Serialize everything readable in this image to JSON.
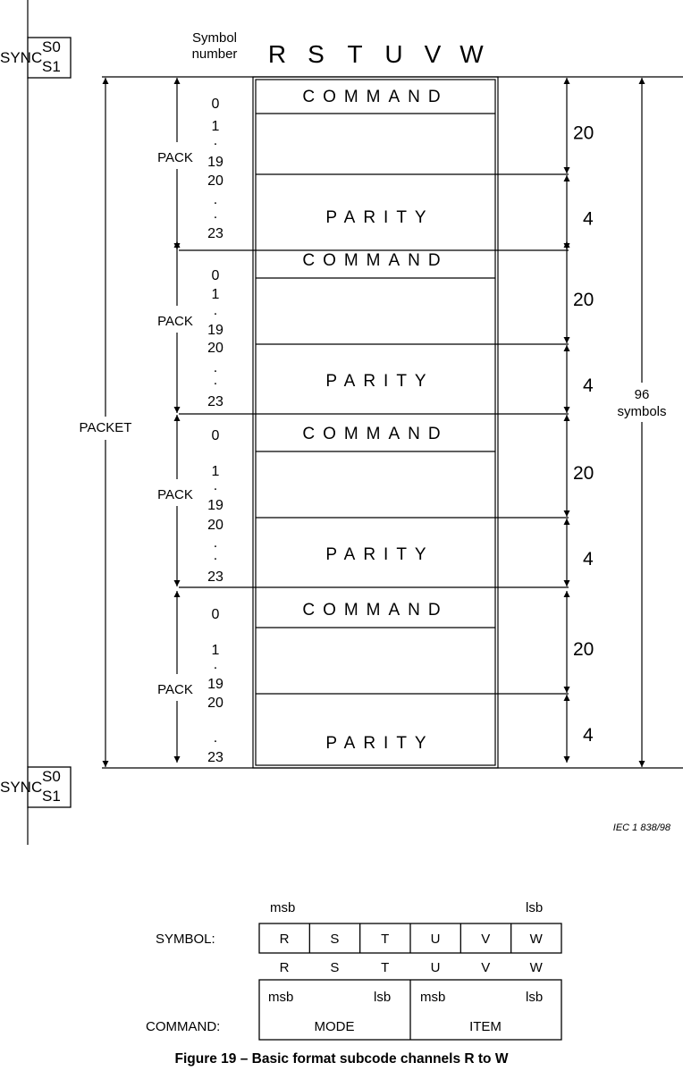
{
  "sync": {
    "label": "SYNC",
    "s0": "S0",
    "s1": "S1"
  },
  "header": {
    "symbol_number_line1": "Symbol",
    "symbol_number_line2": "number",
    "channels": [
      "R",
      "S",
      "T",
      "U",
      "V",
      "W"
    ]
  },
  "packet_label": "PACKET",
  "pack_label": "PACK",
  "packs": [
    {
      "labels": [
        "0",
        "1",
        ".",
        "19",
        "20",
        ".",
        ".",
        "23"
      ],
      "command": "COMMAND",
      "parity": "PARITY",
      "count_command": "20",
      "count_parity": "4"
    },
    {
      "labels": [
        "0",
        "1",
        ".",
        "19",
        "20",
        ".",
        ".",
        "23"
      ],
      "command": "COMMAND",
      "parity": "PARITY",
      "count_command": "20",
      "count_parity": "4"
    },
    {
      "labels": [
        "0",
        "1",
        ".",
        "19",
        "20",
        ".",
        ".",
        "23"
      ],
      "command": "COMMAND",
      "parity": "PARITY",
      "count_command": "20",
      "count_parity": "4"
    },
    {
      "labels": [
        "0",
        "1",
        ".",
        "19",
        "20",
        ".",
        "23"
      ],
      "command": "COMMAND",
      "parity": "PARITY",
      "count_command": "20",
      "count_parity": "4"
    }
  ],
  "total": {
    "line1": "96",
    "line2": "symbols"
  },
  "iec_ref": "IEC   1 838/98",
  "symbol_table": {
    "label": "SYMBOL:",
    "msb": "msb",
    "lsb": "lsb",
    "cells": [
      "R",
      "S",
      "T",
      "U",
      "V",
      "W"
    ],
    "under": [
      "R",
      "S",
      "T",
      "U",
      "V",
      "W"
    ]
  },
  "command_table": {
    "label": "COMMAND:",
    "msb": "msb",
    "lsb": "lsb",
    "mode": "MODE",
    "item": "ITEM"
  },
  "caption": "Figure 19 – Basic format subcode channels R to W"
}
